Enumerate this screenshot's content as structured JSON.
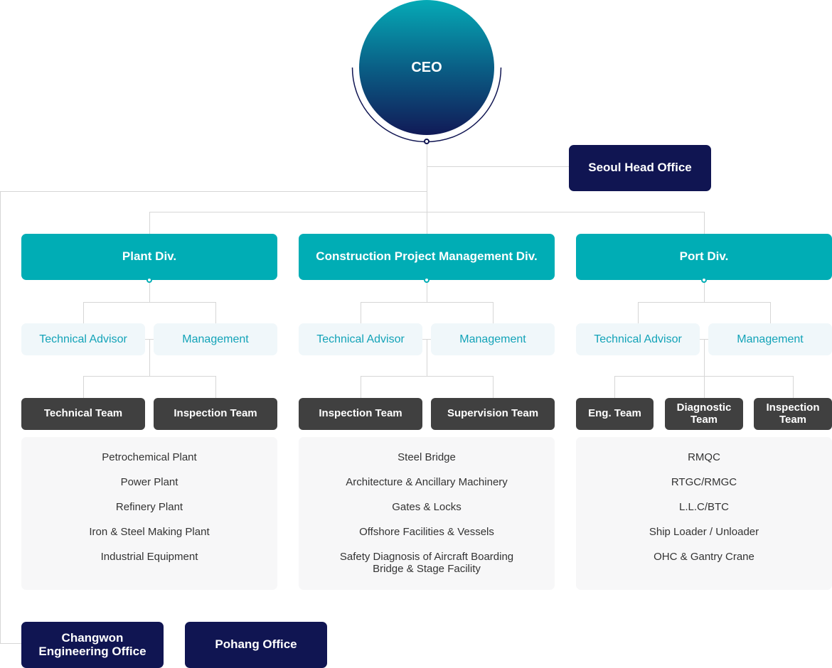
{
  "ceo": "CEO",
  "offices": {
    "seoul": "Seoul Head Office",
    "changwon": "Changwon Engineering Office",
    "pohang": "Pohang Office"
  },
  "divisions": [
    {
      "name": "Plant Div.",
      "advisors": [
        "Technical Advisor",
        "Management"
      ],
      "teams": [
        "Technical Team",
        "Inspection Team"
      ],
      "items": [
        "Petrochemical Plant",
        "Power Plant",
        "Refinery Plant",
        "Iron & Steel Making Plant",
        "Industrial Equipment"
      ]
    },
    {
      "name": "Construction Project Management Div.",
      "advisors": [
        "Technical Advisor",
        "Management"
      ],
      "teams": [
        "Inspection Team",
        "Supervision Team"
      ],
      "items": [
        "Steel Bridge",
        "Architecture & Ancillary Machinery",
        "Gates & Locks",
        "Offshore Facilities & Vessels",
        "Safety Diagnosis of Aircraft Boarding Bridge & Stage Facility"
      ]
    },
    {
      "name": "Port Div.",
      "advisors": [
        "Technical Advisor",
        "Management"
      ],
      "teams": [
        "Eng. Team",
        "Diagnostic Team",
        "Inspection Team"
      ],
      "items": [
        "RMQC",
        "RTGC/RMGC",
        "L.L.C/BTC",
        "Ship Loader / Unloader",
        "OHC & Gantry Crane"
      ]
    }
  ],
  "colors": {
    "navy": "#101552",
    "teal": "#00adb5",
    "dark_gray": "#404040",
    "line": "#d6d6d6"
  }
}
